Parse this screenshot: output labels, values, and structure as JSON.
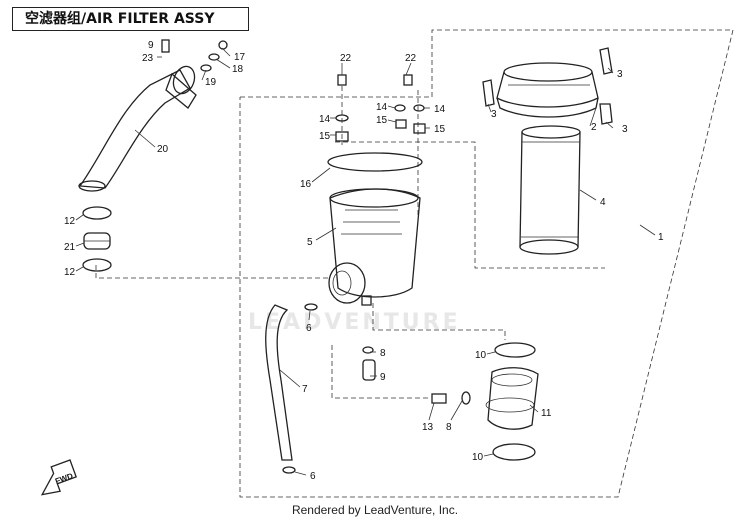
{
  "title": "空滤器组/AIR FILTER ASSY",
  "footer": "Rendered by LeadVenture, Inc.",
  "watermark": "LEADVENTURE",
  "fwd_label": "FWD",
  "callouts": [
    "9",
    "23",
    "17",
    "18",
    "19",
    "20",
    "22",
    "22",
    "3",
    "3",
    "3",
    "2",
    "14",
    "15",
    "14",
    "15",
    "14",
    "15",
    "16",
    "4",
    "1",
    "5",
    "12",
    "21",
    "12",
    "6",
    "8",
    "9",
    "10",
    "7",
    "11",
    "13",
    "8",
    "10",
    "6"
  ]
}
